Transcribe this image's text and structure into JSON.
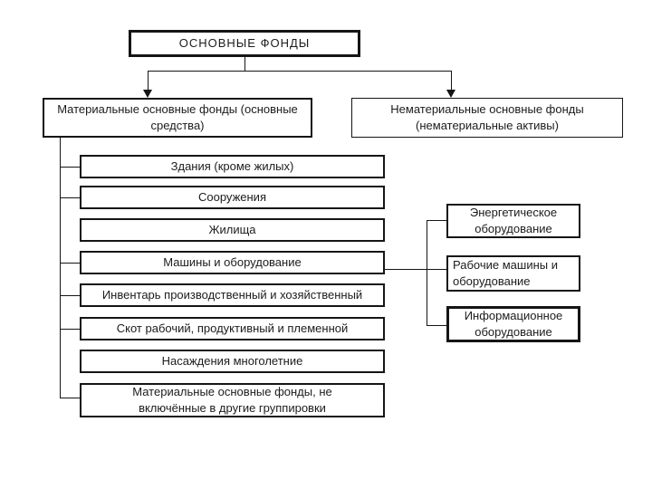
{
  "root_label": "ОСНОВНЫЕ ФОНДЫ",
  "left_branch": {
    "lines": [
      "Материальные основные фонды (основные",
      "средства)"
    ]
  },
  "right_branch": {
    "lines": [
      "Нематериальные основные фонды",
      "(нематериальные активы)"
    ]
  },
  "material_items": [
    {
      "label": "Здания  (кроме жилых)"
    },
    {
      "label": "Сооружения"
    },
    {
      "label": "Жилища"
    },
    {
      "label": "Машины и оборудование"
    },
    {
      "label": "Инвентарь производственный и хозяйственный"
    },
    {
      "label": "Скот рабочий, продуктивный и племенной"
    },
    {
      "label": "Насаждения многолетние"
    },
    {
      "lines": [
        "Материальные основные фонды, не",
        "включённые в другие группировки"
      ]
    }
  ],
  "machinery_items": [
    {
      "lines": [
        "Энергетическое",
        "оборудование"
      ]
    },
    {
      "lines": [
        "Рабочие машины и",
        "оборудование"
      ]
    },
    {
      "lines": [
        "Информационное",
        "оборудование"
      ]
    }
  ],
  "colors": {
    "background": "#ffffff",
    "line": "#151515",
    "text": "#1c1c1c"
  }
}
